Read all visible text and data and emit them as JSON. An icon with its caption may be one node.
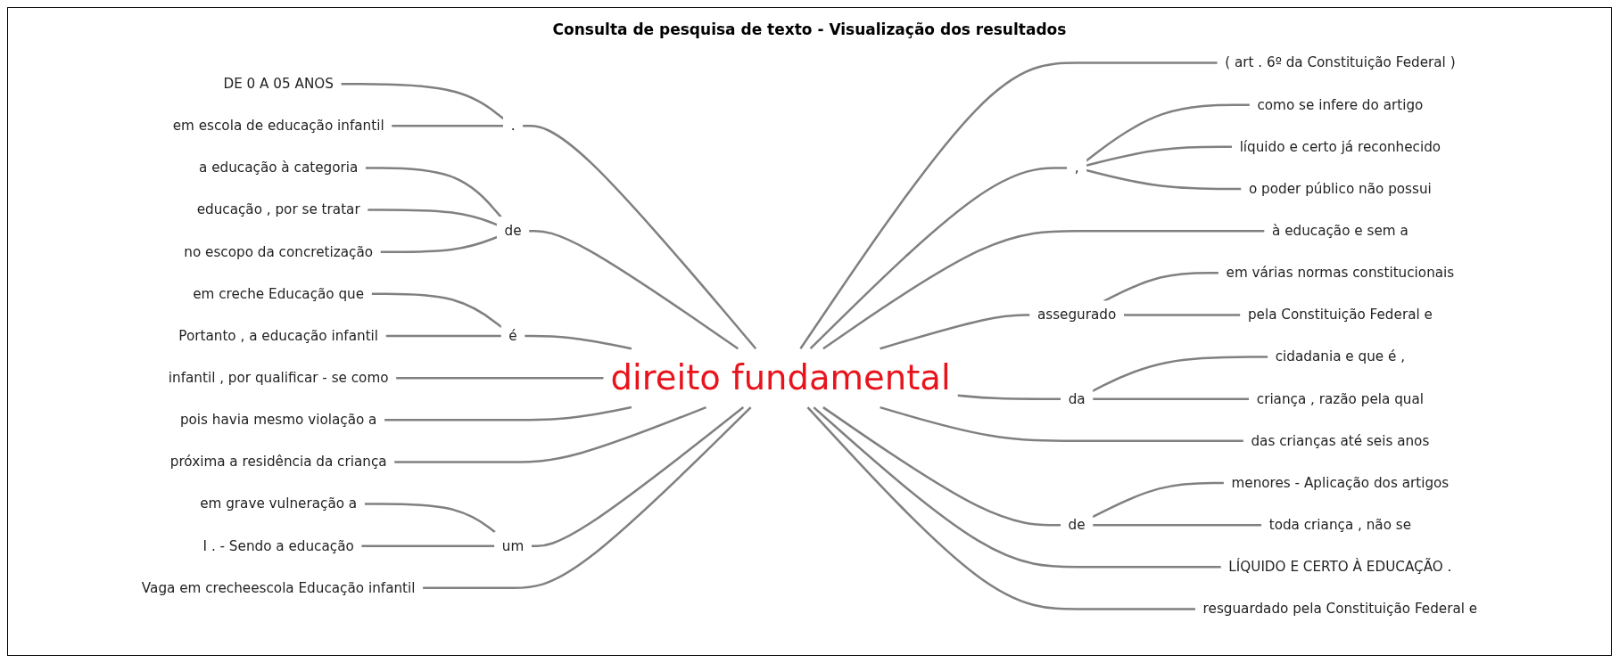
{
  "diagram": {
    "title": "Consulta de pesquisa de texto - Visualização dos resultados",
    "nodes": [
      {
        "text": [
          "DE 0 A 05 ANOS"
        ]
      },
      {
        "text": [
          "em escola de educação infantil"
        ]
      },
      {
        "text": [
          "."
        ]
      },
      {
        "text": [
          "a educação à categoria"
        ]
      },
      {
        "text": [
          "educação , por se tratar"
        ]
      },
      {
        "text": [
          "no escopo da concretização"
        ]
      },
      {
        "text": [
          "de"
        ]
      },
      {
        "text": [
          "em creche Educação que"
        ]
      },
      {
        "text": [
          "Portanto , a educação infantil"
        ]
      },
      {
        "text": [
          "é"
        ]
      },
      {
        "text": [
          "infantil , por qualificar - se como"
        ]
      },
      {
        "text": [
          "pois havia mesmo violação a"
        ]
      },
      {
        "text": [
          "próxima a residência da criança"
        ]
      },
      {
        "text": [
          "em grave vulneração a"
        ]
      },
      {
        "text": [
          "I . - Sendo a educação"
        ]
      },
      {
        "text": [
          "um"
        ]
      },
      {
        "text": [
          "Vaga em crecheescola Educação infantil"
        ]
      },
      {
        "text": [
          "direito fundamental"
        ]
      },
      {
        "text": [
          "( art . 6º da Constituição Federal )"
        ]
      },
      {
        "text": [
          ","
        ]
      },
      {
        "text": [
          "como se infere do artigo"
        ]
      },
      {
        "text": [
          "líquido e certo já reconhecido"
        ]
      },
      {
        "text": [
          "o poder público não possui"
        ]
      },
      {
        "text": [
          "à educação e sem a"
        ]
      },
      {
        "text": [
          "assegurado"
        ]
      },
      {
        "text": [
          "em várias normas constitucionais"
        ]
      },
      {
        "text": [
          "pela Constituição Federal e"
        ]
      },
      {
        "text": [
          "da"
        ]
      },
      {
        "text": [
          "cidadania e que é ,"
        ]
      },
      {
        "text": [
          "criança , razão pela qual"
        ]
      },
      {
        "text": [
          "das crianças até seis anos"
        ]
      },
      {
        "text": [
          "de"
        ]
      },
      {
        "text": [
          "menores - Aplicação dos artigos"
        ]
      },
      {
        "text": [
          "toda criança , não se"
        ]
      },
      {
        "text": [
          "LÍQUIDO E CERTO À EDUCAÇÃO ."
        ]
      },
      {
        "text": [
          "resguardado pela Constituição Federal e"
        ]
      }
    ],
    "edges": [
      {
        "from": 0,
        "to": 2,
        "arrow": "none"
      },
      {
        "from": 1,
        "to": 2,
        "arrow": "none"
      },
      {
        "from": 2,
        "to": 17,
        "arrow": "none"
      },
      {
        "from": 3,
        "to": 6,
        "arrow": "none"
      },
      {
        "from": 4,
        "to": 6,
        "arrow": "none"
      },
      {
        "from": 5,
        "to": 6,
        "arrow": "none"
      },
      {
        "from": 6,
        "to": 17,
        "arrow": "none"
      },
      {
        "from": 7,
        "to": 9,
        "arrow": "none"
      },
      {
        "from": 8,
        "to": 9,
        "arrow": "none"
      },
      {
        "from": 9,
        "to": 17,
        "arrow": "none"
      },
      {
        "from": 10,
        "to": 17,
        "arrow": "none"
      },
      {
        "from": 11,
        "to": 17,
        "arrow": "none"
      },
      {
        "from": 12,
        "to": 17,
        "arrow": "none"
      },
      {
        "from": 13,
        "to": 15,
        "arrow": "none"
      },
      {
        "from": 14,
        "to": 15,
        "arrow": "none"
      },
      {
        "from": 15,
        "to": 17,
        "arrow": "none"
      },
      {
        "from": 16,
        "to": 17,
        "arrow": "none"
      },
      {
        "from": 17,
        "to": 18,
        "arrow": "none"
      },
      {
        "from": 17,
        "to": 19,
        "arrow": "none"
      },
      {
        "from": 19,
        "to": 20,
        "arrow": "none"
      },
      {
        "from": 19,
        "to": 21,
        "arrow": "none"
      },
      {
        "from": 19,
        "to": 22,
        "arrow": "none"
      },
      {
        "from": 17,
        "to": 23,
        "arrow": "none"
      },
      {
        "from": 17,
        "to": 24,
        "arrow": "none"
      },
      {
        "from": 24,
        "to": 25,
        "arrow": "none"
      },
      {
        "from": 24,
        "to": 26,
        "arrow": "none"
      },
      {
        "from": 17,
        "to": 27,
        "arrow": "none"
      },
      {
        "from": 27,
        "to": 28,
        "arrow": "none"
      },
      {
        "from": 27,
        "to": 29,
        "arrow": "none"
      },
      {
        "from": 17,
        "to": 30,
        "arrow": "none"
      },
      {
        "from": 17,
        "to": 31,
        "arrow": "none"
      },
      {
        "from": 31,
        "to": 32,
        "arrow": "none"
      },
      {
        "from": 31,
        "to": 33,
        "arrow": "none"
      },
      {
        "from": 17,
        "to": 34,
        "arrow": "none"
      },
      {
        "from": 17,
        "to": 35,
        "arrow": "none"
      }
    ]
  }
}
